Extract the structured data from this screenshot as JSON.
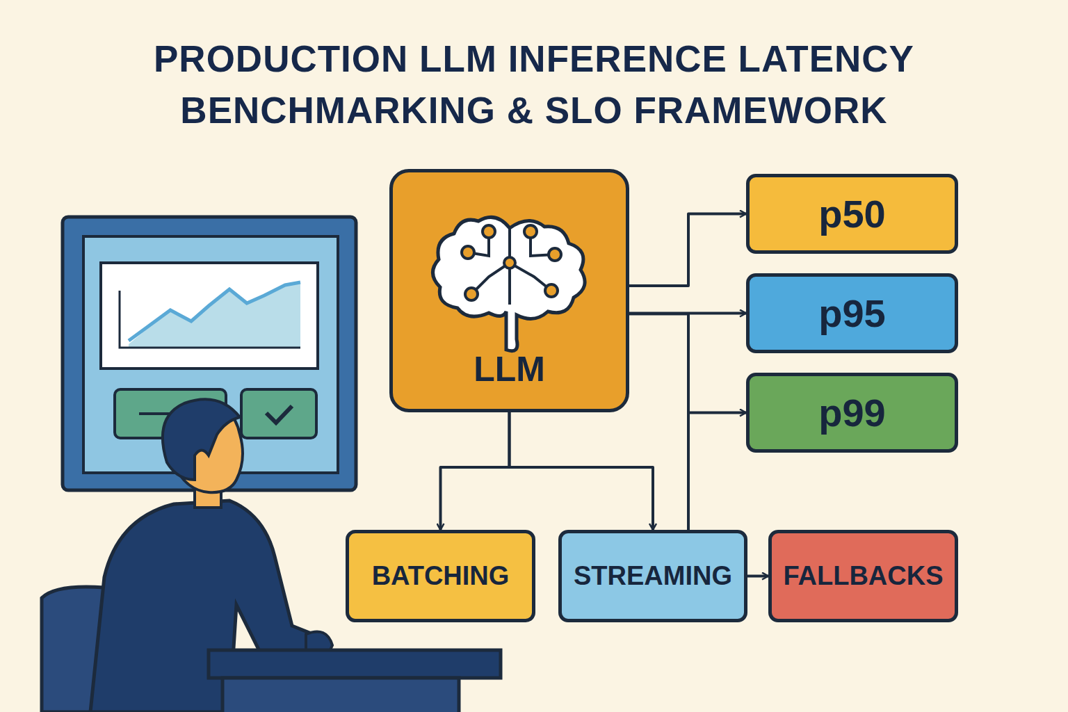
{
  "diagram": {
    "title": "PRODUCTION LLM INFERENCE LATENCY BENCHMARKING & SLO FRAMEWORK",
    "nodes": [
      {
        "text": [
          "LLM"
        ]
      },
      {
        "text": [
          "p50"
        ]
      },
      {
        "text": [
          "p95"
        ]
      },
      {
        "text": [
          "p99"
        ]
      },
      {
        "text": [
          "BATCHING"
        ]
      },
      {
        "text": [
          "STREAMING"
        ]
      },
      {
        "text": [
          "FALLBACKS"
        ]
      }
    ],
    "edges": [
      {
        "from": 0,
        "to": 1,
        "arrow": "to"
      },
      {
        "from": 0,
        "to": 2,
        "arrow": "to"
      },
      {
        "from": 0,
        "to": 3,
        "arrow": "to"
      },
      {
        "from": 0,
        "to": 4,
        "arrow": "to"
      },
      {
        "from": 0,
        "to": 5,
        "arrow": "to"
      },
      {
        "from": 0,
        "to": 6,
        "arrow": "to"
      }
    ]
  }
}
